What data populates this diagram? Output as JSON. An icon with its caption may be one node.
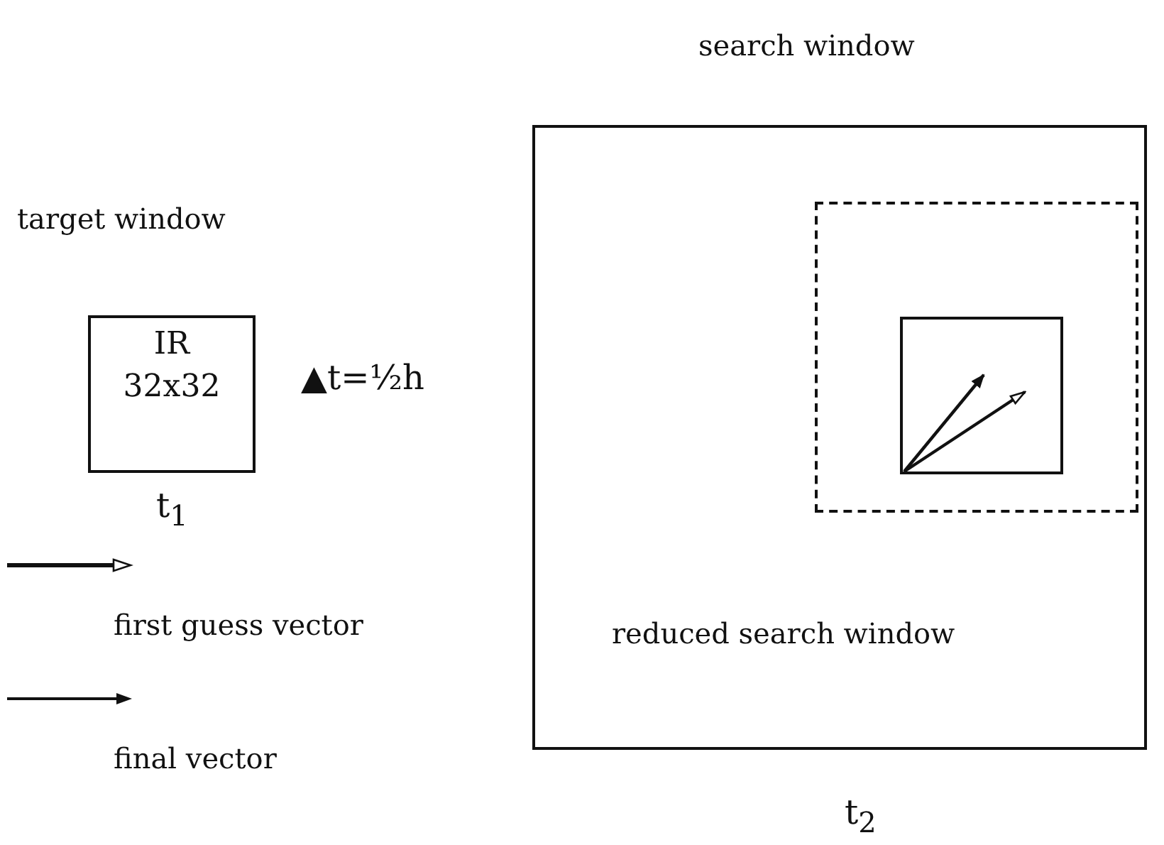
{
  "diagram": {
    "nodes": [
      {
        "text": [
          "target window",
          "IR 32x32"
        ],
        "beside": [
          "t$_{1}$"
        ]
      },
      {
        "text": [
          "search window"
        ],
        "beside": [
          "t$_{2}$"
        ]
      },
      {
        "text": [
          "reduced search window"
        ],
        "in": 1
      },
      {
        "text": [],
        "shape": "box",
        "in": 2
      }
    ],
    "labels": [
      "▲t=½h"
    ],
    "legend": [
      {
        "text": "first guess vector"
      },
      {
        "text": "final vector"
      }
    ]
  }
}
